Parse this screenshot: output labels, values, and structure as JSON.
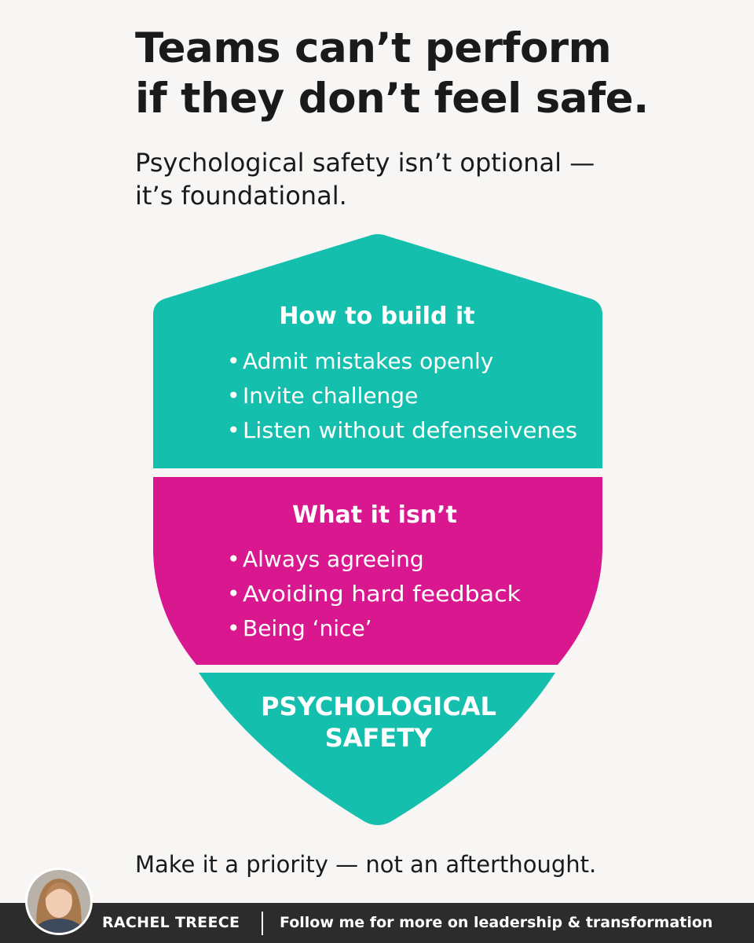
{
  "header": {
    "title_line1": "Teams can’t perform",
    "title_line2": "if they don’t feel safe.",
    "subtitle_line1": "Psychological safety isn’t optional —",
    "subtitle_line2": "it’s foundational."
  },
  "shield": {
    "top_section": {
      "heading": "How to build it",
      "items": [
        "Admit mistakes openly",
        "Invite challenge",
        "Listen without defenseivenes"
      ]
    },
    "middle_section": {
      "heading": "What it isn’t",
      "items": [
        "Always agreeing",
        "Avoiding hard feedback",
        "Being ‘nice’"
      ]
    },
    "bottom_section": {
      "label_line1": "PSYCHOLOGICAL",
      "label_line2": "SAFETY"
    },
    "colors": {
      "teal": "#15bfae",
      "magenta": "#d9178f"
    }
  },
  "footer": {
    "tagline": "Make it a priority — not an afterthought.",
    "author_name": "RACHEL TREECE",
    "author_tagline": "Follow me for more on leadership & transformation"
  }
}
